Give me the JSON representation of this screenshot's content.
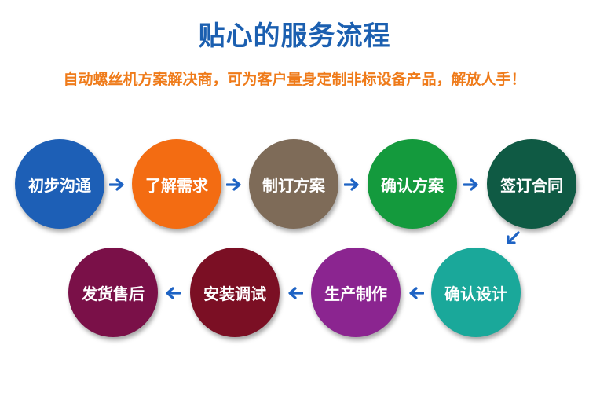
{
  "header": {
    "title": "贴心的服务流程",
    "subtitle": "自动螺丝机方案解决商，可为客户量身定制非标设备产品，解放人手！"
  },
  "steps": [
    {
      "label": "初步沟通",
      "color": "#1d5fb6"
    },
    {
      "label": "了解需求",
      "color": "#f36c12"
    },
    {
      "label": "制订方案",
      "color": "#7e6b58"
    },
    {
      "label": "确认方案",
      "color": "#149a3d"
    },
    {
      "label": "签订合同",
      "color": "#0f5a44"
    },
    {
      "label": "确认设计",
      "color": "#1aa89a"
    },
    {
      "label": "生产制作",
      "color": "#8b2590"
    },
    {
      "label": "安装调试",
      "color": "#7b0f24"
    },
    {
      "label": "发货售后",
      "color": "#7a1048"
    }
  ],
  "arrow_color": "#1e63c4"
}
